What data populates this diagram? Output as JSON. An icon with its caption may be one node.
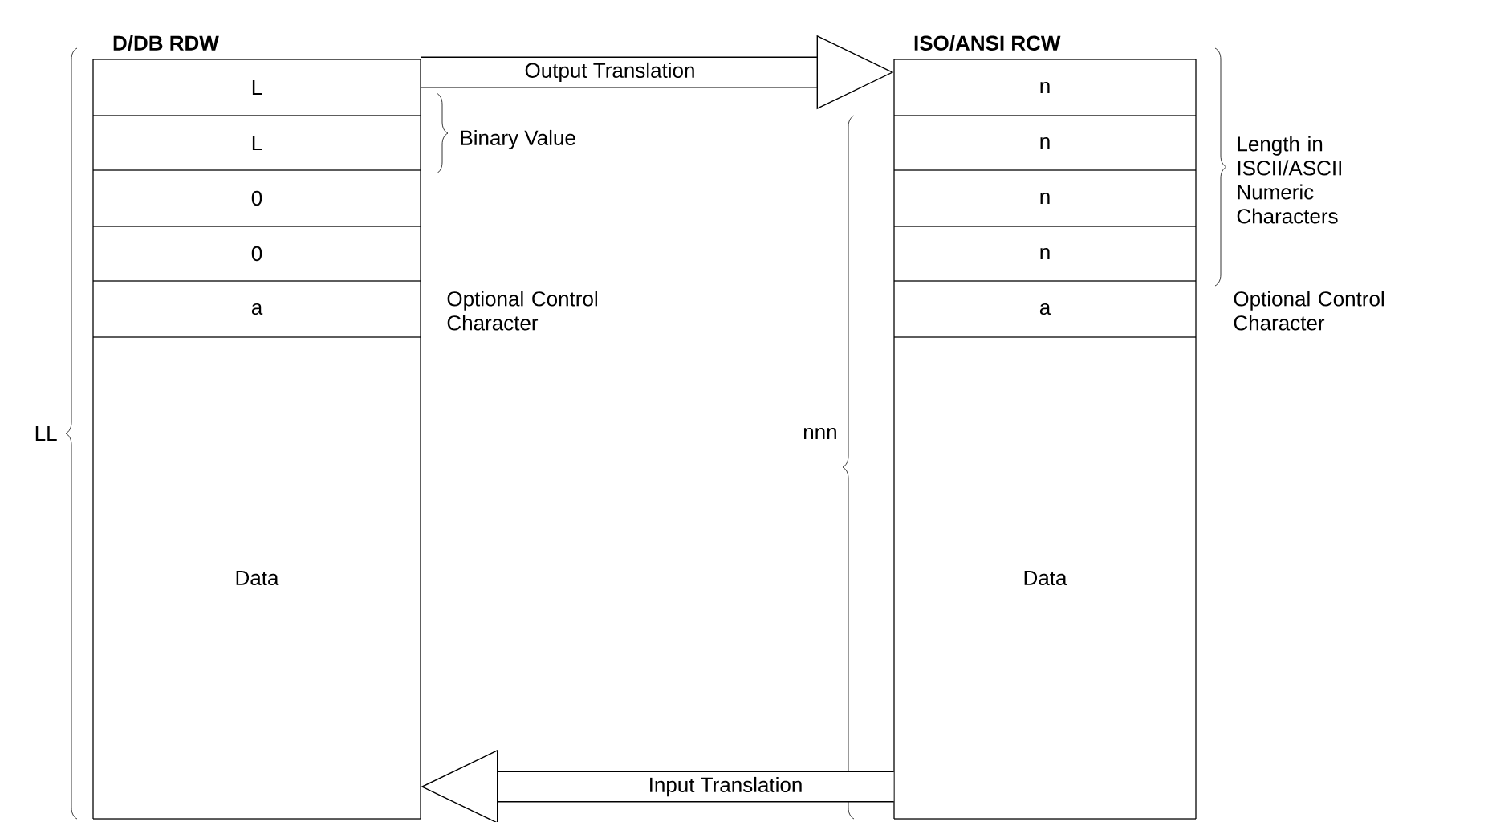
{
  "diagram": {
    "nodes": [
      {
        "text": [
          "D/DB RDW"
        ]
      },
      {
        "text": [
          "L"
        ],
        "in": 0
      },
      {
        "text": [
          "L"
        ],
        "in": 0
      },
      {
        "text": [
          "0"
        ],
        "in": 0
      },
      {
        "text": [
          "0"
        ],
        "in": 0
      },
      {
        "text": [
          "a"
        ],
        "in": 0,
        "beside": [
          "Optional Control Character"
        ]
      },
      {
        "text": [
          "Data"
        ],
        "in": 0
      },
      {
        "text": [
          "ISO/ANSI RCW"
        ]
      },
      {
        "text": [
          "n"
        ],
        "in": 7
      },
      {
        "text": [
          "n"
        ],
        "in": 7
      },
      {
        "text": [
          "n"
        ],
        "in": 7
      },
      {
        "text": [
          "n"
        ],
        "in": 7
      },
      {
        "text": [
          "a"
        ],
        "in": 7,
        "beside": [
          "Optional Control Character"
        ]
      },
      {
        "text": [
          "Data"
        ],
        "in": 7
      }
    ],
    "edges": [
      {
        "from": 1,
        "to": 8,
        "arrow": "to",
        "label": "Output Translation"
      },
      {
        "from": 13,
        "to": 6,
        "arrow": "to",
        "label": "Input Translation"
      }
    ],
    "labels": [
      "Binary Value",
      "Length in ISCII/ASCII Numeric Characters",
      "LL",
      "nnn"
    ]
  }
}
